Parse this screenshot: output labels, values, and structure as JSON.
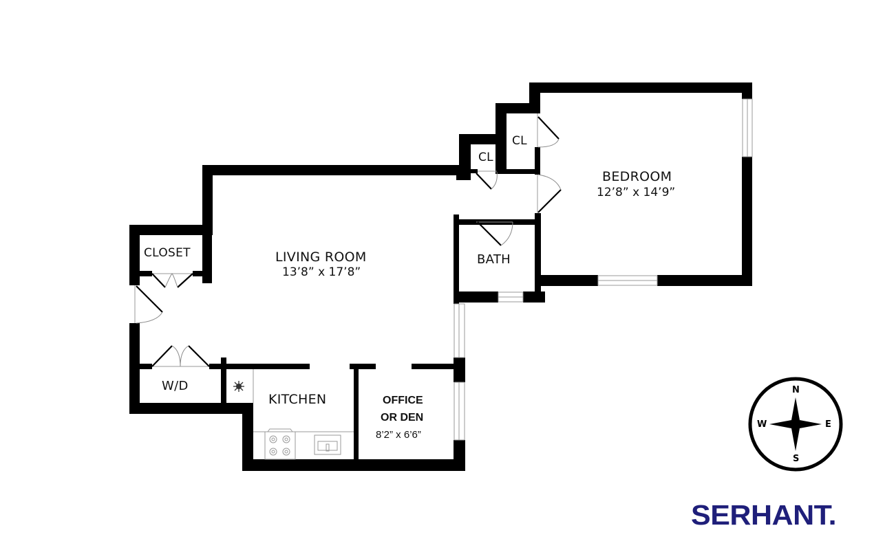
{
  "rooms": {
    "living_room": {
      "name": "LIVING ROOM",
      "dimensions": "13’8” x 17’8”"
    },
    "bedroom": {
      "name": "BEDROOM",
      "dimensions": "12’8” x 14’9”"
    },
    "office": {
      "name_line1": "OFFICE",
      "name_line2": "OR DEN",
      "dimensions": "8’2” x 6’6”"
    },
    "kitchen": {
      "name": "KITCHEN"
    },
    "bath": {
      "name": "BATH"
    },
    "closet": {
      "name": "CLOSET"
    },
    "wd": {
      "name": "W/D"
    },
    "closet_1": {
      "name": "CL"
    },
    "closet_2": {
      "name": "CL"
    }
  },
  "compass": {
    "north": "N",
    "south": "S",
    "east": "E",
    "west": "W"
  },
  "brand": {
    "name": "SERHANT.",
    "color": "#1f1f7a"
  },
  "colors": {
    "wall": "#000000",
    "background": "#ffffff",
    "fixture_line": "#9a9a9a"
  }
}
